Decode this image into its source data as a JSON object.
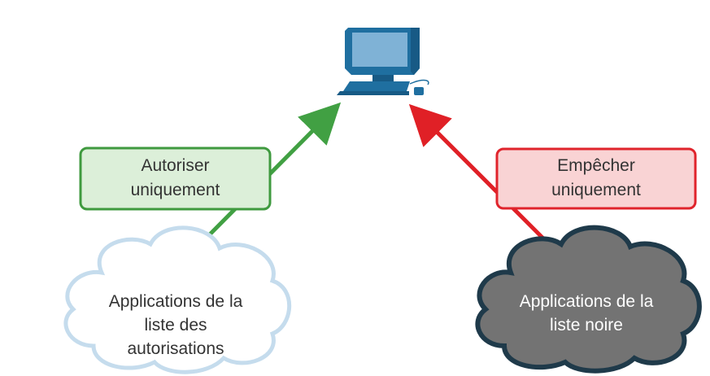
{
  "allow_box": {
    "line1": "Autoriser",
    "line2": "uniquement",
    "border_color": "#3f9a3f",
    "fill_color": "#dcefd9"
  },
  "block_box": {
    "line1": "Empêcher",
    "line2": "uniquement",
    "border_color": "#e0242c",
    "fill_color": "#f9d3d4"
  },
  "allow_cloud": {
    "line1": "Applications de la",
    "line2": "liste des",
    "line3": "autorisations",
    "text_color": "#333333"
  },
  "block_cloud": {
    "line1": "Applications de la",
    "line2": "liste noire",
    "text_color": "#ffffff"
  },
  "colors": {
    "allow_arrow": "#41a043",
    "block_arrow": "#e02026",
    "computer": "#1f6fa0",
    "computer_screen": "#7fb2d6"
  },
  "icons": [
    "computer-icon",
    "light-cloud-icon",
    "dark-cloud-icon"
  ]
}
